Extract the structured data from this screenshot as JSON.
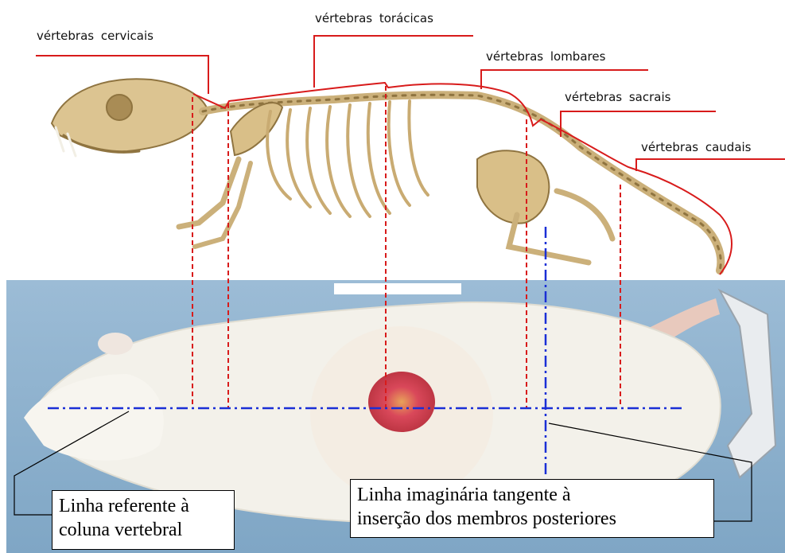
{
  "vertebra_labels": {
    "cervical": "vértebras cervicais",
    "thoracic": "vértebras torácicas",
    "lumbar": "vértebras lombares",
    "sacral": "vértebras sacrais",
    "caudal": "vértebras caudais"
  },
  "callouts": {
    "spine_line": [
      "Linha referente à",
      "coluna vertebral"
    ],
    "tangent_line": [
      "Linha imaginária tangente à",
      "inserção dos membros posteriores"
    ]
  },
  "colors": {
    "region_outline": "#d81b1b",
    "spine_reference_line": "#1a2fd6",
    "bone": "#d9c08a",
    "photo_background": "#8fb3cf",
    "fur": "#f3f1ea",
    "wound": "#d9485a"
  }
}
